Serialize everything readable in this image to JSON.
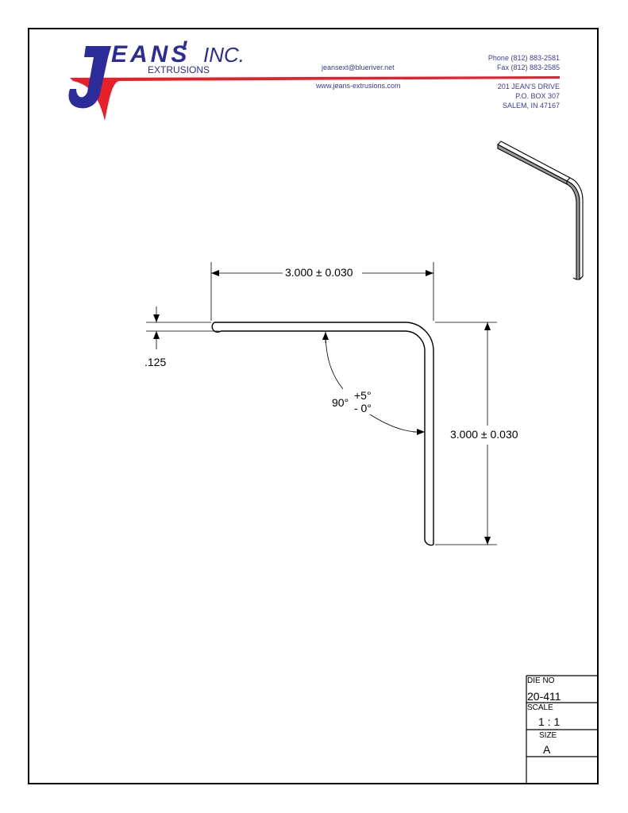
{
  "header": {
    "logo_letter": "J",
    "logo_word": "EANS",
    "logo_apostrophe": "'",
    "logo_inc": "INC.",
    "logo_sub": "EXTRUSIONS",
    "email": "jeansext@blueriver.net",
    "website": "www.jeans-extrusions.com",
    "phone": "Phone (812) 883-2581",
    "fax": "Fax (812) 883-2585",
    "address_line1": "201 JEAN'S DRIVE",
    "address_line2": "P.O. BOX 307",
    "address_line3": "SALEM, IN 47167"
  },
  "drawing": {
    "width_dim": "3.000 ± 0.030",
    "height_dim": "3.000 ± 0.030",
    "thickness_dim": ".125",
    "angle_base": "90°",
    "angle_plus": "+5°",
    "angle_minus": "- 0°"
  },
  "title_block": {
    "die_no_label": "DIE NO",
    "die_no": "20-411",
    "scale_label": "SCALE",
    "scale": "1 : 1",
    "size_label": "SIZE",
    "size": "A"
  },
  "colors": {
    "brand_blue": "#2b2b9a",
    "brand_red": "#e8202a",
    "text_blue": "#3a3aa0"
  }
}
